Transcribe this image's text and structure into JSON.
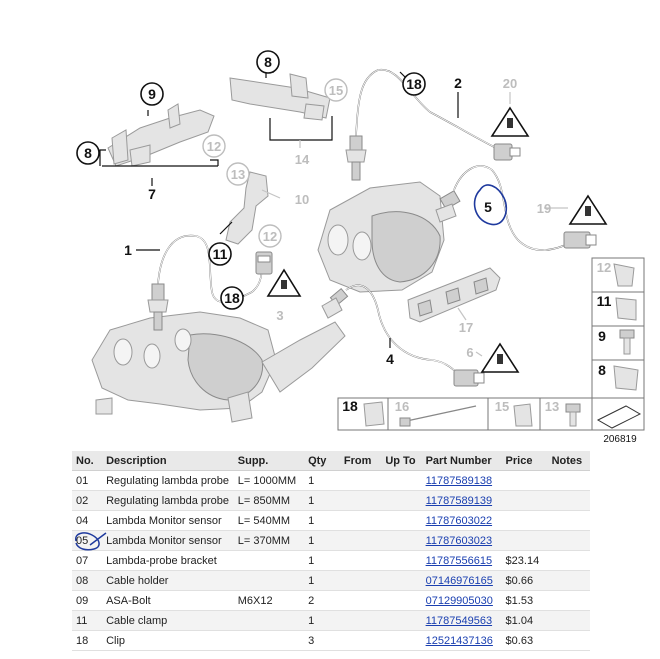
{
  "diagram": {
    "id": "206819",
    "labels": {
      "l1": "1",
      "l2": "2",
      "l4": "4",
      "l5": "5",
      "l7": "7",
      "l8a": "8",
      "l8b": "8",
      "l9": "9",
      "l10": "10",
      "l11a": "11",
      "l12a": "12",
      "l12b": "12",
      "l13": "13",
      "l14": "14",
      "l15": "15",
      "l17": "17",
      "l18a": "18",
      "l18b": "18",
      "l19": "19",
      "l20": "20",
      "l3": "3",
      "l6": "6"
    },
    "sidebar": [
      "12",
      "11",
      "9",
      "8"
    ],
    "bottom_row": [
      "18",
      "16",
      "15",
      "13"
    ]
  },
  "table": {
    "headers": [
      "No.",
      "Description",
      "Supp.",
      "Qty",
      "From",
      "Up To",
      "Part Number",
      "Price",
      "Notes"
    ],
    "rows": [
      {
        "no": "01",
        "desc": "Regulating lambda probe",
        "supp": "L= 1000MM",
        "qty": "1",
        "from": "",
        "upto": "",
        "part": "11787589138",
        "price": "",
        "notes": ""
      },
      {
        "no": "02",
        "desc": "Regulating lambda probe",
        "supp": "L= 850MM",
        "qty": "1",
        "from": "",
        "upto": "",
        "part": "11787589139",
        "price": "",
        "notes": ""
      },
      {
        "no": "04",
        "desc": "Lambda Monitor sensor",
        "supp": "L= 540MM",
        "qty": "1",
        "from": "",
        "upto": "",
        "part": "11787603022",
        "price": "",
        "notes": ""
      },
      {
        "no": "05",
        "desc": "Lambda Monitor sensor",
        "supp": "L= 370MM",
        "qty": "1",
        "from": "",
        "upto": "",
        "part": "11787603023",
        "price": "",
        "notes": ""
      },
      {
        "no": "07",
        "desc": "Lambda-probe bracket",
        "supp": "",
        "qty": "1",
        "from": "",
        "upto": "",
        "part": "11787556615",
        "price": "$23.14",
        "notes": ""
      },
      {
        "no": "08",
        "desc": "Cable holder",
        "supp": "",
        "qty": "1",
        "from": "",
        "upto": "",
        "part": "07146976165",
        "price": "$0.66",
        "notes": ""
      },
      {
        "no": "09",
        "desc": "ASA-Bolt",
        "supp": "M6X12",
        "qty": "2",
        "from": "",
        "upto": "",
        "part": "07129905030",
        "price": "$1.53",
        "notes": ""
      },
      {
        "no": "11",
        "desc": "Cable clamp",
        "supp": "",
        "qty": "1",
        "from": "",
        "upto": "",
        "part": "11787549563",
        "price": "$1.04",
        "notes": ""
      },
      {
        "no": "18",
        "desc": "Clip",
        "supp": "",
        "qty": "3",
        "from": "",
        "upto": "",
        "part": "12521437136",
        "price": "$0.63",
        "notes": ""
      }
    ]
  }
}
